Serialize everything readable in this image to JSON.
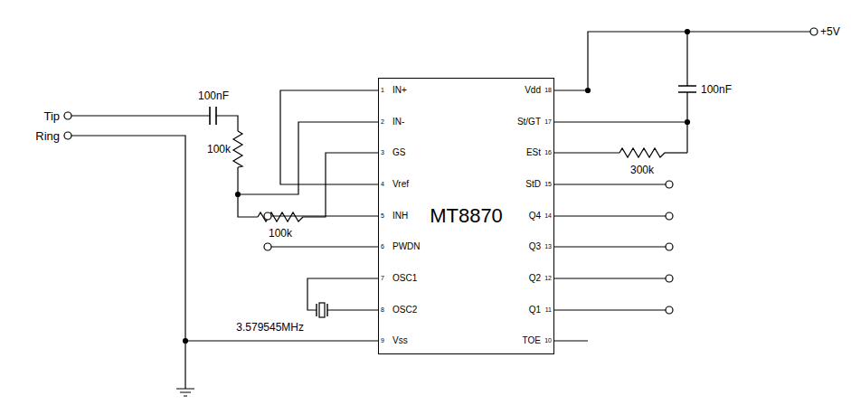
{
  "diagram": {
    "nodes": [
      {
        "text": [
          "MT8870"
        ]
      }
    ],
    "edges": [],
    "labels": [
      "Tip",
      "Ring",
      "100nF",
      "100k",
      "100k",
      "3.579545MHz",
      "+5V",
      "100nF",
      "300k",
      "IN+",
      "IN-",
      "GS",
      "Vref",
      "INH",
      "PWDN",
      "OSC1",
      "OSC2",
      "Vss",
      "Vdd",
      "St/GT",
      "ESt",
      "StD",
      "Q4",
      "Q3",
      "Q2",
      "Q1",
      "TOE",
      "1",
      "2",
      "3",
      "4",
      "5",
      "6",
      "7",
      "8",
      "9",
      "18",
      "17",
      "16",
      "15",
      "14",
      "13",
      "12",
      "11",
      "10"
    ]
  }
}
